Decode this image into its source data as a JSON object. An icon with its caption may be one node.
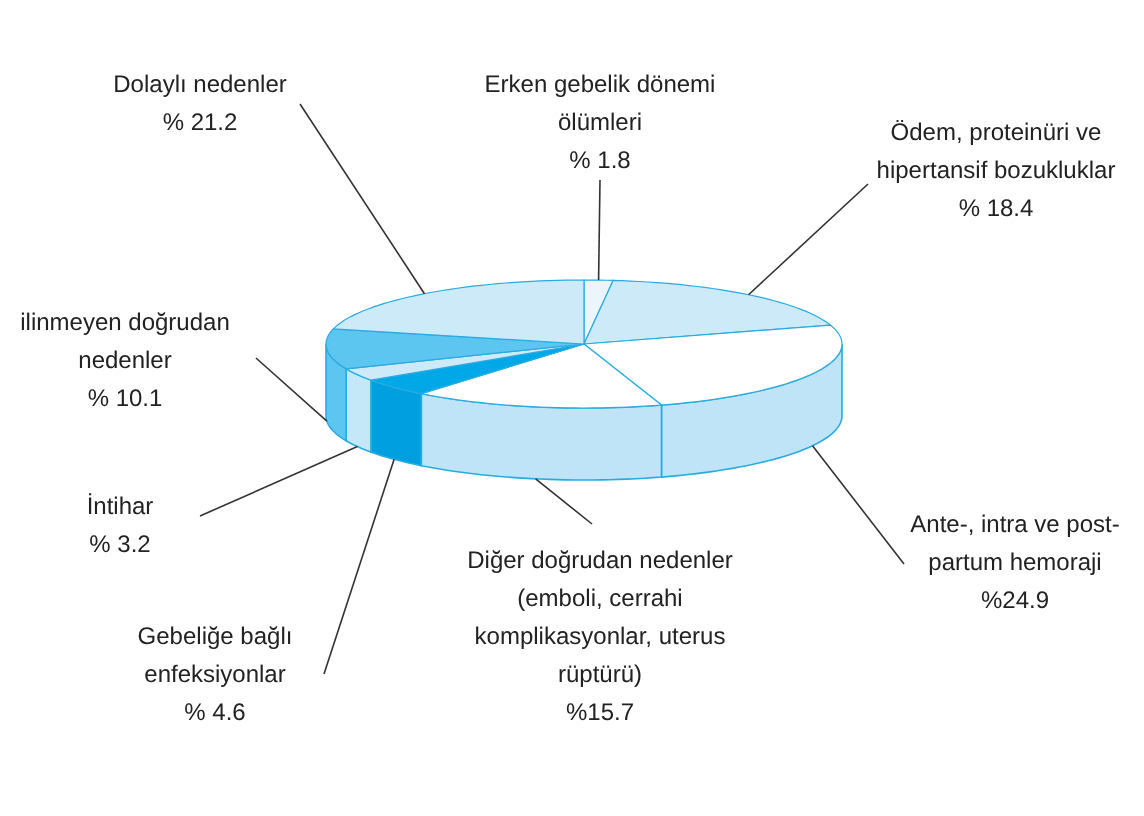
{
  "diagram": {
    "nodes": [
      {
        "text": [
          "Dolaylı nedenler",
          "% 21.2"
        ]
      },
      {
        "text": [
          "Erken gebelik dönemi ölümleri",
          "% 1.8"
        ]
      },
      {
        "text": [
          "Ödem, proteinüri ve hipertansif bozukluklar",
          "% 18.4"
        ]
      },
      {
        "text": [
          "ilinmeyen doğrudan nedenler",
          "% 10.1"
        ]
      },
      {
        "text": [
          "İntihar",
          "% 3.2"
        ]
      },
      {
        "text": [
          "Ante-, intra ve post-partum hemoraji",
          "%24.9"
        ]
      },
      {
        "text": [
          "Diğer doğrudan nedenler",
          "(emboli, cerrahi komplikasyonlar, uterus rüptürü)",
          "%15.7"
        ]
      },
      {
        "text": [
          "Gebeliğe bağlı enfeksiyonlar",
          "% 4.6"
        ]
      },
      {
        "text": [],
        "shape": "wedge"
      },
      {
        "text": [],
        "shape": "wedge"
      },
      {
        "text": [],
        "shape": "wedge"
      },
      {
        "text": [],
        "shape": "wedge"
      },
      {
        "text": [],
        "shape": "wedge"
      },
      {
        "text": [],
        "shape": "wedge"
      },
      {
        "text": [],
        "shape": "wedge"
      },
      {
        "text": [],
        "shape": "wedge"
      }
    ],
    "edges": [
      {
        "from": 0,
        "to": 15,
        "arrow": "none"
      },
      {
        "from": 1,
        "to": 8,
        "arrow": "none"
      },
      {
        "from": 2,
        "to": 9,
        "arrow": "none"
      },
      {
        "from": 3,
        "to": 14,
        "arrow": "none"
      },
      {
        "from": 4,
        "to": 13,
        "arrow": "none"
      },
      {
        "from": 5,
        "to": 10,
        "arrow": "none"
      },
      {
        "from": 6,
        "to": 11,
        "arrow": "none"
      },
      {
        "from": 7,
        "to": 12,
        "arrow": "none"
      }
    ]
  }
}
